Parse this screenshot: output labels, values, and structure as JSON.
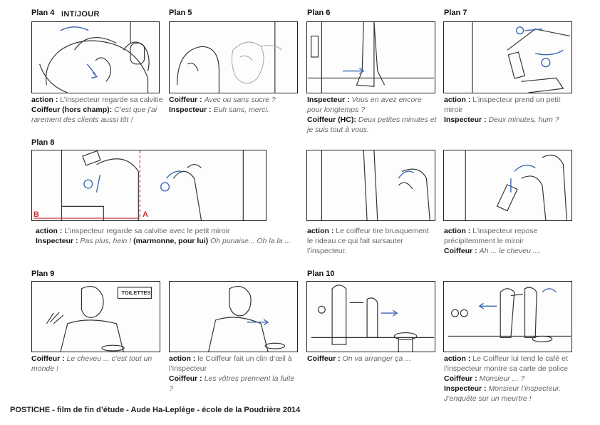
{
  "header": {
    "intjour": "INT/JOUR"
  },
  "plans": {
    "p4": {
      "label": "Plan 4",
      "lines": [
        {
          "k": "action : ",
          "t": "L’inspecteur regarde sa calvitie",
          "style": "plain"
        },
        {
          "k": "Coiffeur (hors champ): ",
          "t": "C’est que j’ai rarement des clients aussi tôt !",
          "style": "italic"
        }
      ]
    },
    "p5": {
      "label": "Plan 5",
      "lines": [
        {
          "k": "Coiffeur : ",
          "t": "Avec ou sans sucre ?",
          "style": "italic"
        },
        {
          "k": "Inspecteur : ",
          "t": "Euh sans, merci.",
          "style": "italic"
        }
      ]
    },
    "p6": {
      "label": "Plan 6",
      "lines": [
        {
          "k": "Inspecteur : ",
          "t": "Vous en avez encore pour longtemps ?",
          "style": "italic"
        },
        {
          "k": "Coiffeur (HC): ",
          "t": "Deux petites minutes et je suis tout à vous.",
          "style": "italic"
        }
      ]
    },
    "p7": {
      "label": "Plan 7",
      "lines": [
        {
          "k": "action : ",
          "t": "L’inspecteur prend un petit miroir",
          "style": "plain"
        },
        {
          "k": "Inspecteur : ",
          "t": "Deux minutes, hum ?",
          "style": "italic"
        }
      ]
    },
    "p8": {
      "label": "Plan 8",
      "markA": "A",
      "markB": "B",
      "lines": [
        {
          "k": "action : ",
          "t": "L’inspecteur regarde sa calvitie avec le petit miroir",
          "style": "plain"
        },
        {
          "k": "Inspecteur : ",
          "t": "Pas plus, hein ! ",
          "style": "italic",
          "k2": "(marmonne, pour lui) ",
          "t2": "Oh punaise... Oh la la ..."
        }
      ]
    },
    "p8b": {
      "lines": [
        {
          "k": "action : ",
          "t": "Le coiffeur tire brusquement le rideau ce qui fait sursauter l’inspecteur.",
          "style": "plain"
        }
      ]
    },
    "p8c": {
      "lines": [
        {
          "k": "action : ",
          "t": "L’inspecteur repose précipitemment le miroir",
          "style": "plain"
        },
        {
          "k": "Coiffeur : ",
          "t": "Ah ... le cheveu ....",
          "style": "italic"
        }
      ]
    },
    "p9": {
      "label": "Plan 9",
      "sign": "TOILETTES",
      "lines": [
        {
          "k": "Coiffeur : ",
          "t": "Le cheveu ... c’est tout un monde !",
          "style": "italic"
        }
      ]
    },
    "p9b": {
      "lines": [
        {
          "k": "action : ",
          "t": "le Coiffeur fait un clin d’œil à l’inspecteur",
          "style": "plain"
        },
        {
          "k": "Coiffeur : ",
          "t": "Les vôtres prennent la fuite ?",
          "style": "italic"
        }
      ]
    },
    "p10": {
      "label": "Plan 10",
      "lines": [
        {
          "k": "Coiffeur : ",
          "t": "On va arranger ça ...",
          "style": "italic"
        }
      ]
    },
    "p10b": {
      "lines": [
        {
          "k": "action : ",
          "t": "Le Coiffeur lui tend le café et l’inspecteur montre sa carte de police",
          "style": "plain"
        },
        {
          "k": "Coiffeur : ",
          "t": "Monsieur ... ?",
          "style": "italic"
        },
        {
          "k": "Inspecteur : ",
          "t": "Monsieur l’inspecteur. J’enquête sur un meurtre !",
          "style": "italic"
        }
      ]
    }
  },
  "footer": {
    "title": "POSTICHE",
    "rest": " - film de fin d’étude - Aude Ha-Leplège - école de la Poudrière 2014"
  }
}
